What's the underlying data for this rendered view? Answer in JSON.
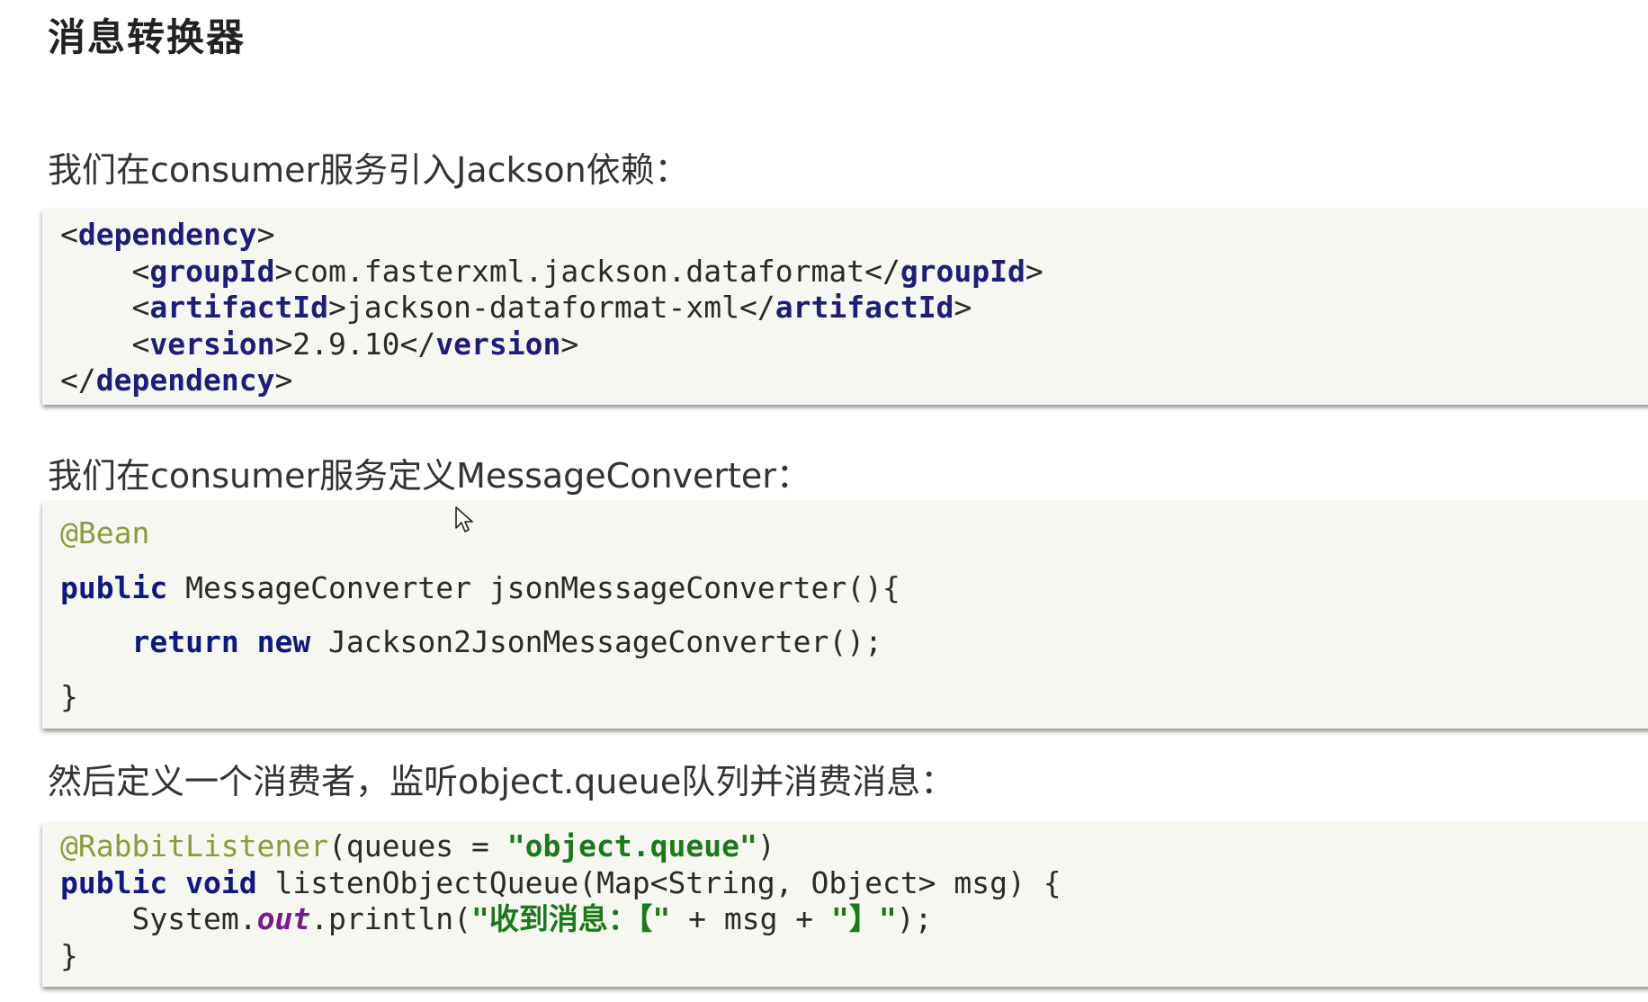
{
  "title": "消息转换器",
  "para1": "我们在consumer服务引入Jackson依赖：",
  "para2": "我们在consumer服务定义MessageConverter：",
  "para3": "然后定义一个消费者，监听object.queue队列并消费消息：",
  "code1": {
    "l1_open": "<",
    "l1_tag": "dependency",
    "l1_close": ">",
    "l2_indent": "    ",
    "l2_open": "<",
    "l2_tag": "groupId",
    "l2_mid": ">com.fasterxml.jackson.dataformat</",
    "l2_tag2": "groupId",
    "l2_close": ">",
    "l3_indent": "    ",
    "l3_open": "<",
    "l3_tag": "artifactId",
    "l3_mid": ">jackson-dataformat-xml</",
    "l3_tag2": "artifactId",
    "l3_close": ">",
    "l4_indent": "    ",
    "l4_open": "<",
    "l4_tag": "version",
    "l4_mid": ">2.9.10</",
    "l4_tag2": "version",
    "l4_close": ">",
    "l5_open": "</",
    "l5_tag": "dependency",
    "l5_close": ">"
  },
  "code2": {
    "l1_ann": "@Bean",
    "l2_kw": "public",
    "l2_rest": " MessageConverter jsonMessageConverter(){",
    "l3_indent": "    ",
    "l3_kw1": "return",
    "l3_sp": " ",
    "l3_kw2": "new",
    "l3_rest": " Jackson2JsonMessageConverter();",
    "l4": "}"
  },
  "code3": {
    "l1_ann": "@RabbitListener",
    "l1_a": "(queues = ",
    "l1_str": "\"object.queue\"",
    "l1_b": ")",
    "l2_kw1": "public",
    "l2_sp": " ",
    "l2_kw2": "void",
    "l2_rest": " listenObjectQueue(Map<String, Object> msg) {",
    "l3_indent": "    ",
    "l3_a": "System.",
    "l3_field": "out",
    "l3_b": ".println(",
    "l3_str1": "\"收到消息：【\"",
    "l3_c": " + msg + ",
    "l3_str2": "\"】\"",
    "l3_d": ");",
    "l4": "}"
  },
  "icons": {
    "cursor": "mouse-pointer-icon"
  }
}
